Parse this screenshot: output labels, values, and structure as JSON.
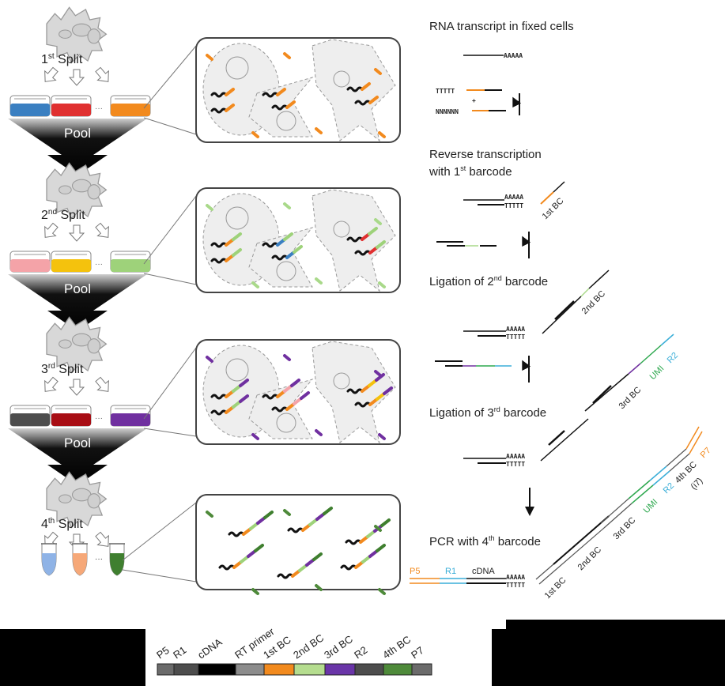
{
  "colors": {
    "bc1": [
      "#3a7fc1",
      "#e03030",
      "#f28a1e"
    ],
    "bc2": [
      "#f4a3a8",
      "#f4c20d",
      "#9ed27a"
    ],
    "bc3": [
      "#4d4d4d",
      "#a80d14",
      "#7030a0"
    ],
    "bc4": [
      "#8fb3e6",
      "#f6a878",
      "#3f7f2f"
    ],
    "orange": "#f28a1e",
    "light_green": "#a9d98a",
    "purple": "#7030a0",
    "dark_green": "#4e8a3a",
    "cyan": "#3aaed8",
    "umi_green": "#2da84e"
  },
  "splits": [
    {
      "label_num": "1",
      "label_sup": "st",
      "label_text": "Split",
      "pool": "Pool"
    },
    {
      "label_num": "2",
      "label_sup": "nd",
      "label_text": "Split",
      "pool": "Pool"
    },
    {
      "label_num": "3",
      "label_sup": "rd",
      "label_text": "Split",
      "pool": "Pool"
    },
    {
      "label_num": "4",
      "label_sup": "th",
      "label_text": "Split"
    }
  ],
  "ellipsis": "···",
  "steps": {
    "s1": "RNA transcript in fixed cells",
    "s2_line1": "Reverse transcription",
    "s2_line2a": "with 1",
    "s2_sup": "st",
    "s2_line2b": " barcode",
    "s3a": "Ligation of 2",
    "s3_sup": "nd",
    "s3b": " barcode",
    "s4a": "Ligation of 3",
    "s4_sup": "rd",
    "s4b": " barcode",
    "s5a": "PCR with 4",
    "s5_sup": "th",
    "s5b": " barcode"
  },
  "seq": {
    "polyA": "AAAAA",
    "polyT": "TTTTT",
    "random": "NNNNNN",
    "plus": "+"
  },
  "oligo_labels": {
    "bc1": "1st BC",
    "bc2": "2nd BC",
    "bc3": "3rd BC",
    "umi": "UMI",
    "r2": "R2",
    "bc4": "4th BC",
    "p7": "P7",
    "i7": "(i7)",
    "p5": "P5",
    "r1": "R1",
    "cdna": "cDNA"
  },
  "legend": {
    "segments": [
      {
        "label": "P5",
        "color": "#6b6b6b"
      },
      {
        "label": "R1",
        "color": "#4d4d4d"
      },
      {
        "label": "cDNA",
        "color": "#000000"
      },
      {
        "label": "RT primer",
        "color": "#8c8c8c"
      },
      {
        "label": "1st BC",
        "color": "#f28a1e"
      },
      {
        "label": "2nd BC",
        "color": "#b5dd8f"
      },
      {
        "label": "3rd BC",
        "color": "#6a35a8"
      },
      {
        "label": "R2",
        "color": "#4d4d4d"
      },
      {
        "label": "4th BC",
        "color": "#4e8a3a"
      },
      {
        "label": "P7",
        "color": "#6b6b6b"
      }
    ]
  }
}
